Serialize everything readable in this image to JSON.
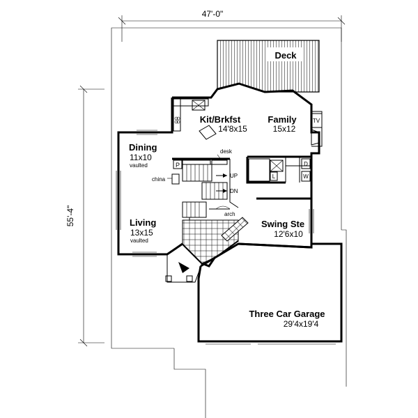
{
  "dimensions": {
    "width": "47'-0\"",
    "depth": "55'-4\""
  },
  "rooms": {
    "deck": {
      "name": "Deck"
    },
    "kitchen": {
      "name": "Kit/Brkfst",
      "size": "14'8x15"
    },
    "family": {
      "name": "Family",
      "size": "15x12"
    },
    "dining": {
      "name": "Dining",
      "size": "11x10",
      "note": "vaulted"
    },
    "living": {
      "name": "Living",
      "size": "13x15",
      "note": "vaulted"
    },
    "swing": {
      "name": "Swing Ste",
      "size": "12'6x10"
    },
    "garage": {
      "name": "Three Car Garage",
      "size": "29'4x19'4"
    }
  },
  "fixtures": {
    "tv": "TV",
    "desk": "desk",
    "china": "china",
    "pantry": "P",
    "dryer": "D",
    "washer": "W",
    "linen": "L",
    "arch": "arch"
  },
  "stairs": {
    "up_main": "UP",
    "down": "DN",
    "up_entry": "UP"
  }
}
